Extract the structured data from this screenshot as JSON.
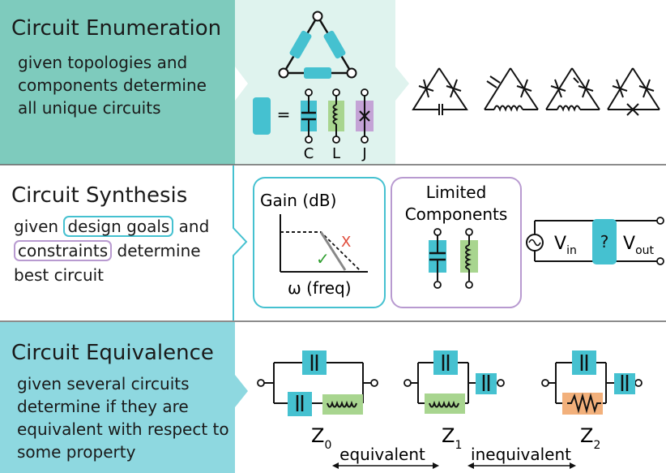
{
  "colors": {
    "teal_dark": "#7ecbbd",
    "teal_light": "#dff3ee",
    "cyan": "#45c1d0",
    "cyan_light": "#8ed8e0",
    "green": "#a8d58f",
    "purple": "#c4a3d6",
    "orange": "#f2b07b",
    "divider": "#666666"
  },
  "enumeration": {
    "title": "Circuit Enumeration",
    "description": "given topologies and components determine all unique circuits",
    "equals": "=",
    "component_labels": [
      "C",
      "L",
      "J"
    ]
  },
  "synthesis": {
    "title": "Circuit Synthesis",
    "desc_given": "given",
    "desc_goals": "design goals",
    "desc_and": "and",
    "desc_constraints": "constraints",
    "desc_determine": "determine",
    "desc_best": "best circuit",
    "plot_ylabel": "Gain (dB)",
    "plot_xlabel": "ω (freq)",
    "check": "✓",
    "cross": "X",
    "limited_line1": "Limited",
    "limited_line2": "Components",
    "vin": "V",
    "vin_sub": "in",
    "vout": "V",
    "vout_sub": "out",
    "unknown": "?"
  },
  "equivalence": {
    "title": "Circuit Equivalence",
    "description": "given several circuits determine if they are equivalent with respect to some property",
    "z_main": [
      "Z",
      "Z",
      "Z"
    ],
    "z_sub": [
      "0",
      "1",
      "2"
    ],
    "equivalent": "equivalent",
    "inequivalent": "inequivalent"
  }
}
